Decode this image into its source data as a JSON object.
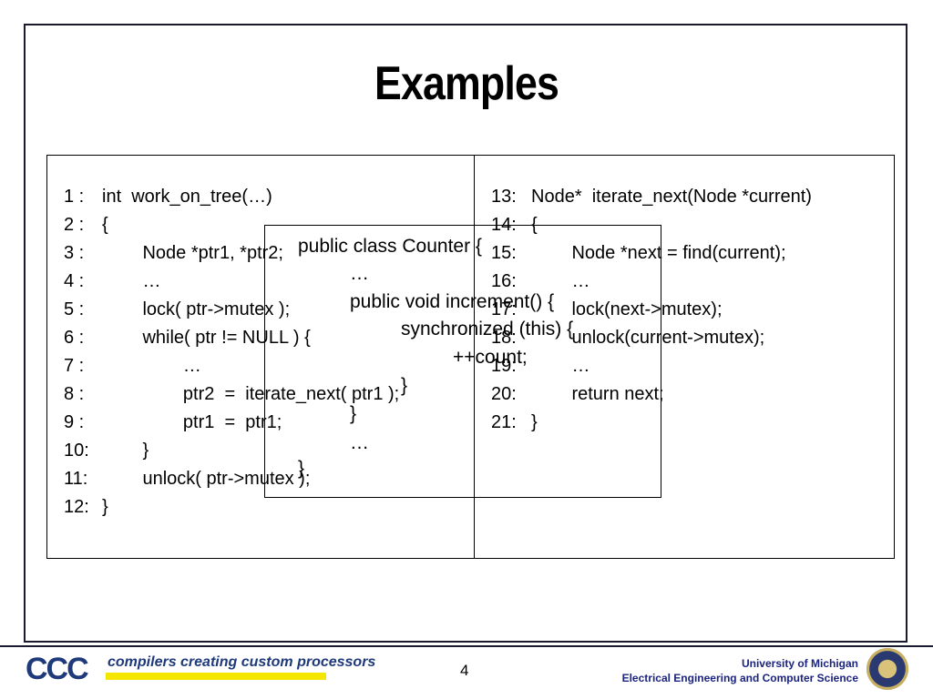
{
  "slide": {
    "title": "Examples",
    "page_number": "4"
  },
  "left_code": [
    {
      "num": "1 :",
      "code": "int  work_on_tree(…)"
    },
    {
      "num": "2 :",
      "code": "{"
    },
    {
      "num": "3 :",
      "code": "        Node *ptr1, *ptr2;"
    },
    {
      "num": "4 :",
      "code": "        …"
    },
    {
      "num": "5 :",
      "code": "        lock( ptr->mutex );"
    },
    {
      "num": "6 :",
      "code": "        while( ptr != NULL ) {"
    },
    {
      "num": "7 :",
      "code": "                …"
    },
    {
      "num": "8 :",
      "code": "                ptr2  =  iterate_next( ptr1 );"
    },
    {
      "num": "9 :",
      "code": "                ptr1  =  ptr1;"
    },
    {
      "num": "10:",
      "code": "        }"
    },
    {
      "num": "11:",
      "code": "        unlock( ptr->mutex );"
    },
    {
      "num": "12:",
      "code": "}"
    }
  ],
  "right_code": [
    {
      "num": "13:",
      "code": "Node*  iterate_next(Node *current)"
    },
    {
      "num": "14:",
      "code": "{"
    },
    {
      "num": "15:",
      "code": "        Node *next = find(current);"
    },
    {
      "num": "16:",
      "code": "        …"
    },
    {
      "num": "17:",
      "code": "        lock(next->mutex);"
    },
    {
      "num": "18:",
      "code": "        unlock(current->mutex);"
    },
    {
      "num": "19:",
      "code": "        …"
    },
    {
      "num": "20:",
      "code": "        return next;"
    },
    {
      "num": "21:",
      "code": "}"
    }
  ],
  "overlay_code": [
    "public class Counter {",
    "…",
    "public void increment() {",
    "synchronized (this) {",
    "++count;",
    "}",
    "}",
    "…",
    "}"
  ],
  "footer": {
    "logo": "CCC",
    "tagline": "compilers creating custom processors",
    "university": "University of Michigan",
    "department": "Electrical Engineering and Computer Science"
  }
}
